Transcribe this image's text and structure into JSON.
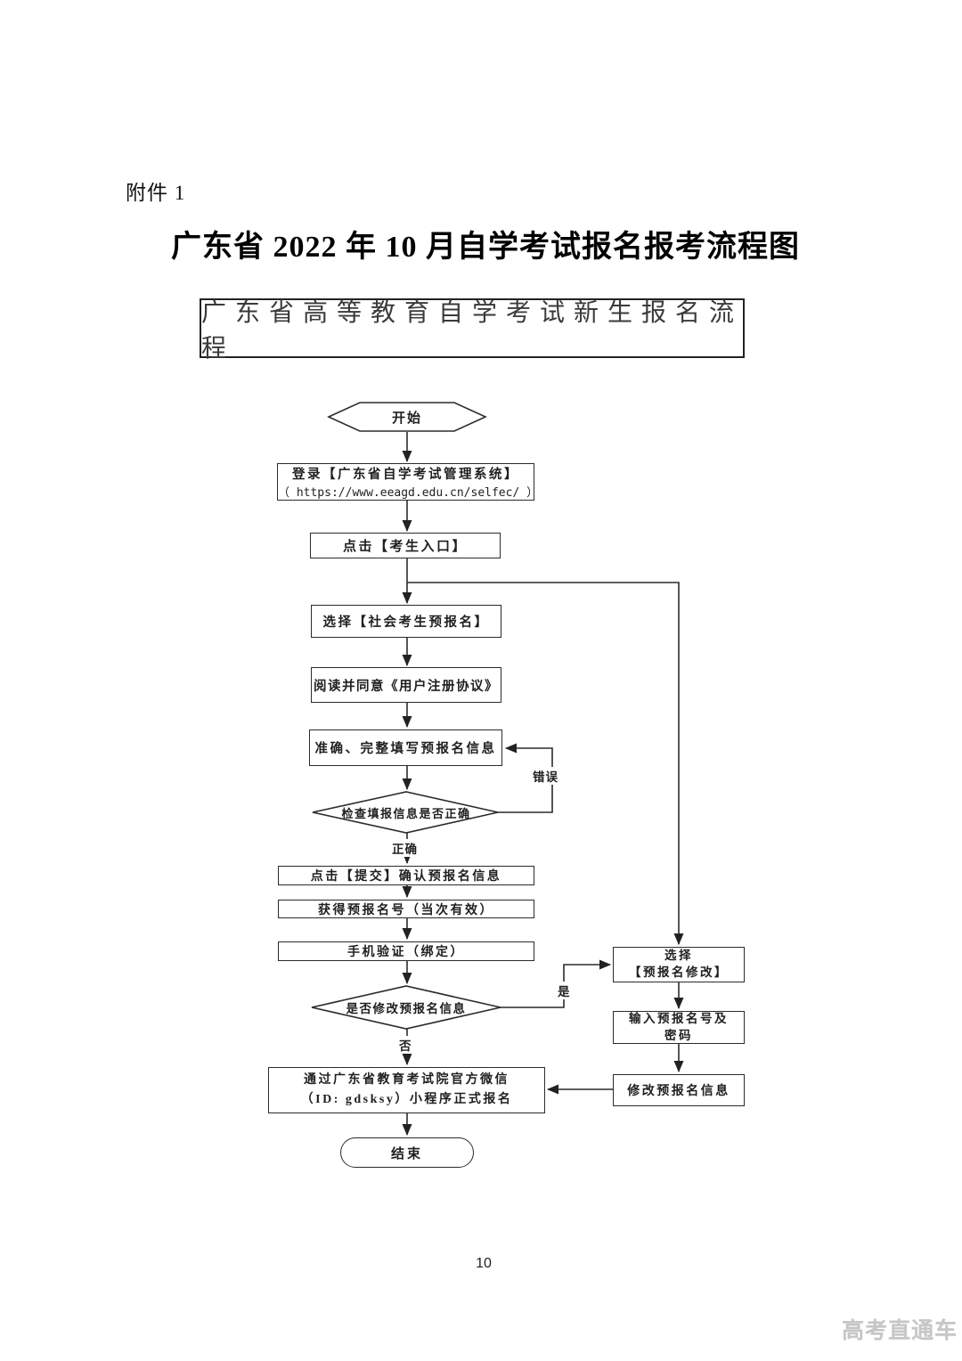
{
  "page": {
    "attachment_label": "附件 1",
    "title": "广东省 2022 年 10 月自学考试报名报考流程图",
    "header_box": "广东省高等教育自学考试新生报名流程",
    "page_number": "10",
    "watermark": "高考直通车"
  },
  "flowchart": {
    "start": "开始",
    "login_line1": "登录【广东省自学考试管理系统】",
    "login_line2": "（ https://www.eeagd.edu.cn/selfec/ ）",
    "entry": "点击【考生入口】",
    "select_prereg": "选择【社会考生预报名】",
    "agreement": "阅读并同意《用户注册协议》",
    "fill_info": "准确、完整填写预报名信息",
    "check_info": "检查填报信息是否正确",
    "label_error": "错误",
    "label_correct": "正确",
    "submit": "点击【提交】确认预报名信息",
    "prereg_number": "获得预报名号（当次有效）",
    "phone_verify": "手机验证（绑定）",
    "modify_decision": "是否修改预报名信息",
    "label_yes": "是",
    "label_no": "否",
    "wechat_line1": "通过广东省教育考试院官方微信",
    "wechat_line2": "（ID: gdsksy）小程序正式报名",
    "end": "结束",
    "select_modify_line1": "选择",
    "select_modify_line2": "【预报名修改】",
    "input_prereg_line1": "输入预报名号及",
    "input_prereg_line2": "密码",
    "modify_info": "修改预报名信息"
  },
  "colors": {
    "line": "#2b2b2b",
    "watermark": "#c6c6c6"
  }
}
